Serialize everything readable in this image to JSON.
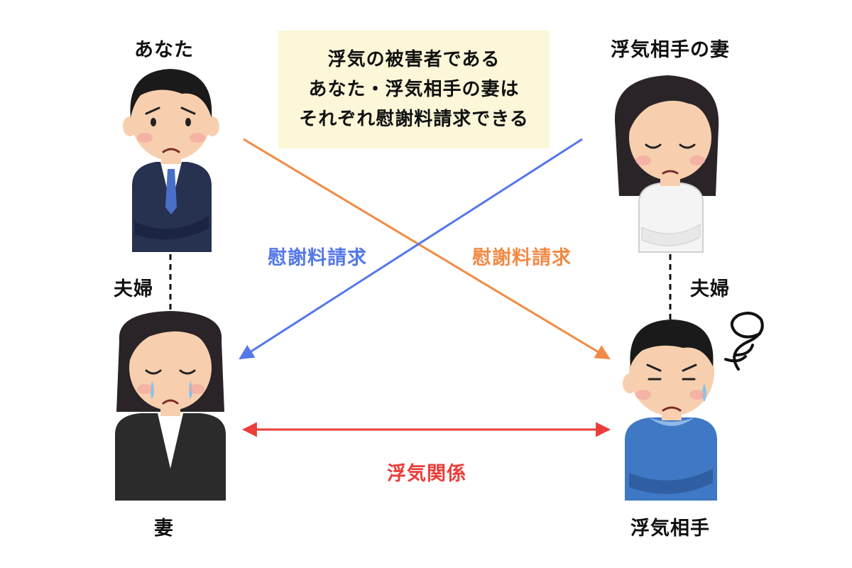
{
  "note": {
    "lines": [
      "浮気の被害者である",
      "あなた・浮気相手の妻は",
      "それぞれ慰謝料請求できる"
    ],
    "bg": "#fbf7d8"
  },
  "persons": {
    "you": "あなた",
    "wife": "妻",
    "partner_wife": "浮気相手の妻",
    "partner": "浮気相手"
  },
  "relations": {
    "couple_left": "夫婦",
    "couple_right": "夫婦",
    "claim_blue": "慰謝料請求",
    "claim_orange": "慰謝料請求",
    "affair": "浮気関係"
  },
  "colors": {
    "blue": "#5577e8",
    "orange": "#f28a45",
    "red": "#ea3e3a"
  },
  "icons": [
    "man-suit-worried-icon",
    "woman-suit-crying-icon",
    "woman-sad-icon",
    "man-sweater-troubled-icon"
  ]
}
